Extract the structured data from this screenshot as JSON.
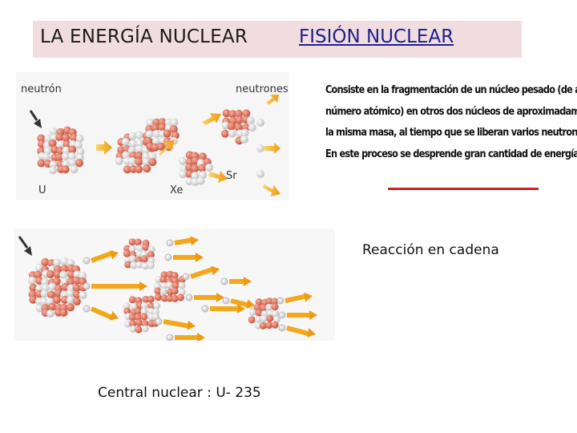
{
  "header": {
    "title": "LA ENERGÍA NUCLEAR",
    "link": "FISIÓN NUCLEAR"
  },
  "figure_top": {
    "label_neutron": "neutrón",
    "label_neutrons": "neutrones",
    "label_u": "U",
    "label_xe": "Xe",
    "label_sr": "Sr"
  },
  "description": {
    "lines": [
      "Consiste en la fragmentación de un núcleo pesado (de alto",
      "número atómico) en otros dos núcleos de aproximadamente",
      "la misma masa, al tiempo que se liberan varios neutrones.",
      "En este proceso se desprende gran cantidad de energía."
    ]
  },
  "chain_reaction": {
    "caption": "Reacción en cadena"
  },
  "footer": {
    "caption": "Central nuclear : U- 235"
  },
  "colors": {
    "title_bg": "#f1dde0",
    "link": "#1f1f8c",
    "proton": "#d8654f",
    "neutron": "#e2e2e2",
    "arrow": "#f2a81d",
    "underline": "#d42020"
  }
}
